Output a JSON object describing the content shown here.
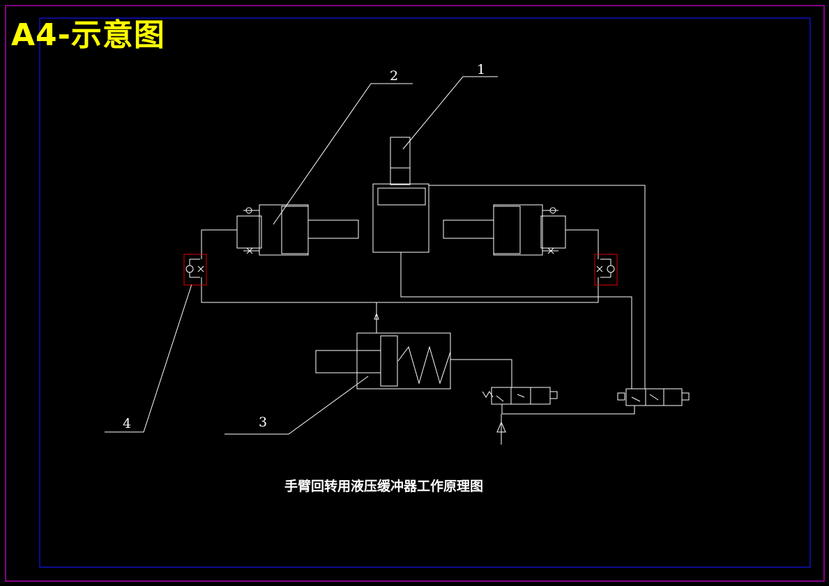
{
  "sheet": {
    "title": "A4-示意图"
  },
  "diagram": {
    "caption": "手臂回转用液压缓冲器工作原理图",
    "callouts": [
      "1",
      "2",
      "3",
      "4"
    ]
  },
  "colors": {
    "background": "#000000",
    "line": "#ffffff",
    "outer_frame": "#b000b0",
    "inner_frame": "#1010c0",
    "title": "#ffff00",
    "highlight": "#e00000"
  }
}
